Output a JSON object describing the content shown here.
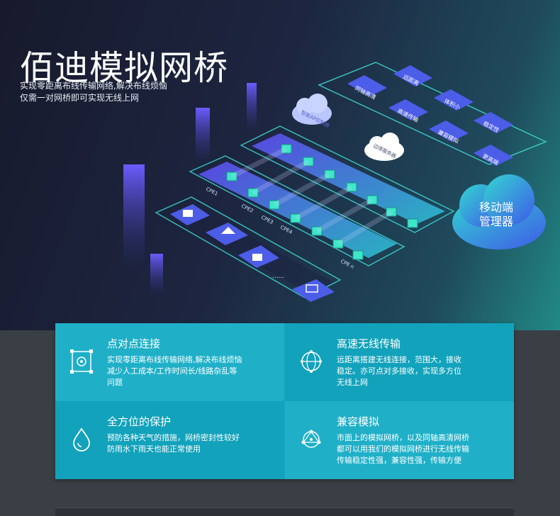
{
  "hero": {
    "title": "佰迪模拟网桥",
    "subtitle_line1": "实现零距离布线传输网络,解决布线烦恼",
    "subtitle_line2": "仅需一对网桥即可实现无线上网"
  },
  "illustration": {
    "cloud_small": "智能AP控制器",
    "cloud_mid": "边缘服务器",
    "cloud_big_line1": "移动端",
    "cloud_big_line2": "管理器",
    "tags": [
      "同轴高清",
      "远距离",
      "高速传输",
      "体积小",
      "兼容模拟",
      "稳定性",
      "更高端"
    ],
    "cpe_labels": [
      "CPE1",
      "CPE2",
      "CPE3",
      "CPE4",
      "CPE n"
    ],
    "ellipsis": "......"
  },
  "features": [
    {
      "icon": "square-target-icon",
      "title": "点对点连接",
      "desc": "实现零距离布线传输网络,解决布线烦恼\n减少人工成本/工作时间长/线路杂乱等\n问题"
    },
    {
      "icon": "globe-icon",
      "title": "高速无线传输",
      "desc": "远距离搭建无线连接，范围大，接收\n稳定。亦可点对多接收，实现多方位\n无线上网"
    },
    {
      "icon": "water-drop-icon",
      "title": "全方位的保护",
      "desc": "预防各种天气的措施，网桥密封性较好\n防雨水下雨天也能正常使用"
    },
    {
      "icon": "network-node-icon",
      "title": "兼容模拟",
      "desc": "市面上的模拟网桥，以及同轴高清网桥\n都可以用我们的模拟网桥进行无线传输\n传输稳定性强，兼容性强，传输方便"
    }
  ],
  "colors": {
    "card_light": "#1fb0c8",
    "card_dark": "#12a2bb",
    "accent_blue": "#4f5bf0",
    "accent_cyan": "#27c1c9"
  }
}
